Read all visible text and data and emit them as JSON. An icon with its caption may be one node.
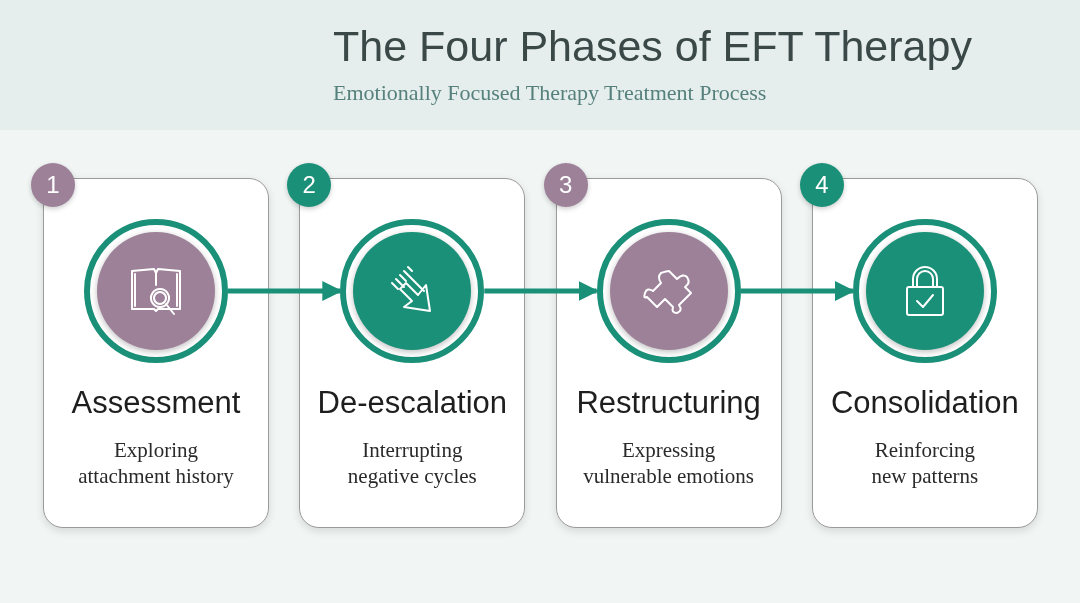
{
  "diagram": {
    "title": "The Four Phases of EFT Therapy",
    "caption": "Emotionally Focused Therapy Treatment Process",
    "nodes": [
      {
        "text": [
          "1"
        ]
      },
      {
        "text": [
          "Assessment",
          "Exploring attachment history"
        ]
      },
      {
        "text": [],
        "shape": "circle",
        "in": 1
      },
      {
        "text": [
          "2"
        ]
      },
      {
        "text": [
          "De-escalation",
          "Interrupting negative cycles"
        ]
      },
      {
        "text": [],
        "shape": "circle",
        "in": 4
      },
      {
        "text": [
          "3"
        ]
      },
      {
        "text": [
          "Restructuring",
          "Expressing vulnerable emotions"
        ]
      },
      {
        "text": [],
        "shape": "circle",
        "in": 7
      },
      {
        "text": [
          "4"
        ]
      },
      {
        "text": [
          "Consolidation",
          "Reinforcing new patterns"
        ]
      },
      {
        "text": [],
        "shape": "circle",
        "in": 10
      }
    ],
    "edges": [
      {
        "from": 2,
        "to": 5,
        "arrow": "to"
      },
      {
        "from": 5,
        "to": 8,
        "arrow": "to"
      },
      {
        "from": 8,
        "to": 11,
        "arrow": "to"
      }
    ]
  }
}
